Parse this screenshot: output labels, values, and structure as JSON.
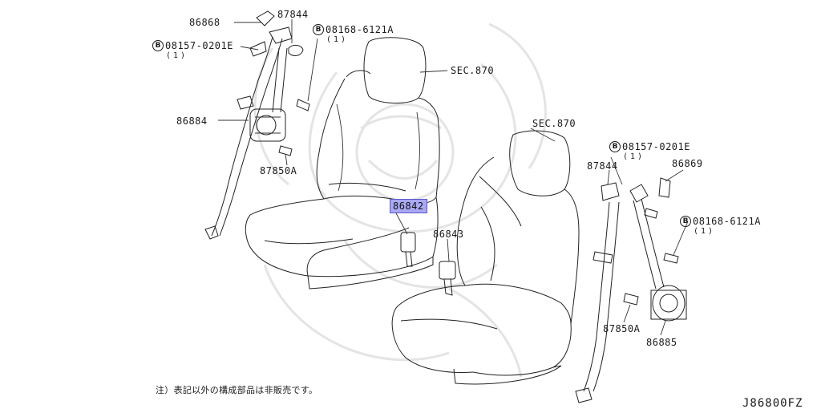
{
  "labels": {
    "p86868": "86868",
    "p87844_left": "87844",
    "bolt_a_left": "08157-0201E",
    "bolt_a_left_qty": "(1)",
    "bolt_b_left": "08168-6121A",
    "bolt_b_left_qty": "(1)",
    "sec_left": "SEC.870",
    "p86884": "86884",
    "p87850A_left": "87850A",
    "p86842": "86842",
    "sec_right": "SEC.870",
    "bolt_a_right": "08157-0201E",
    "bolt_a_right_qty": "(1)",
    "p87844_right": "87844",
    "p86869": "86869",
    "p86843": "86843",
    "bolt_b_right": "08168-6121A",
    "bolt_b_right_qty": "(1)",
    "p87850A_right": "87850A",
    "p86885": "86885"
  },
  "bolt_marker": "B",
  "footnote": "注）表記以外の構成部品は非販売です。",
  "diagram_code": "J86800FZ",
  "highlight_color": "#a9a8f2"
}
